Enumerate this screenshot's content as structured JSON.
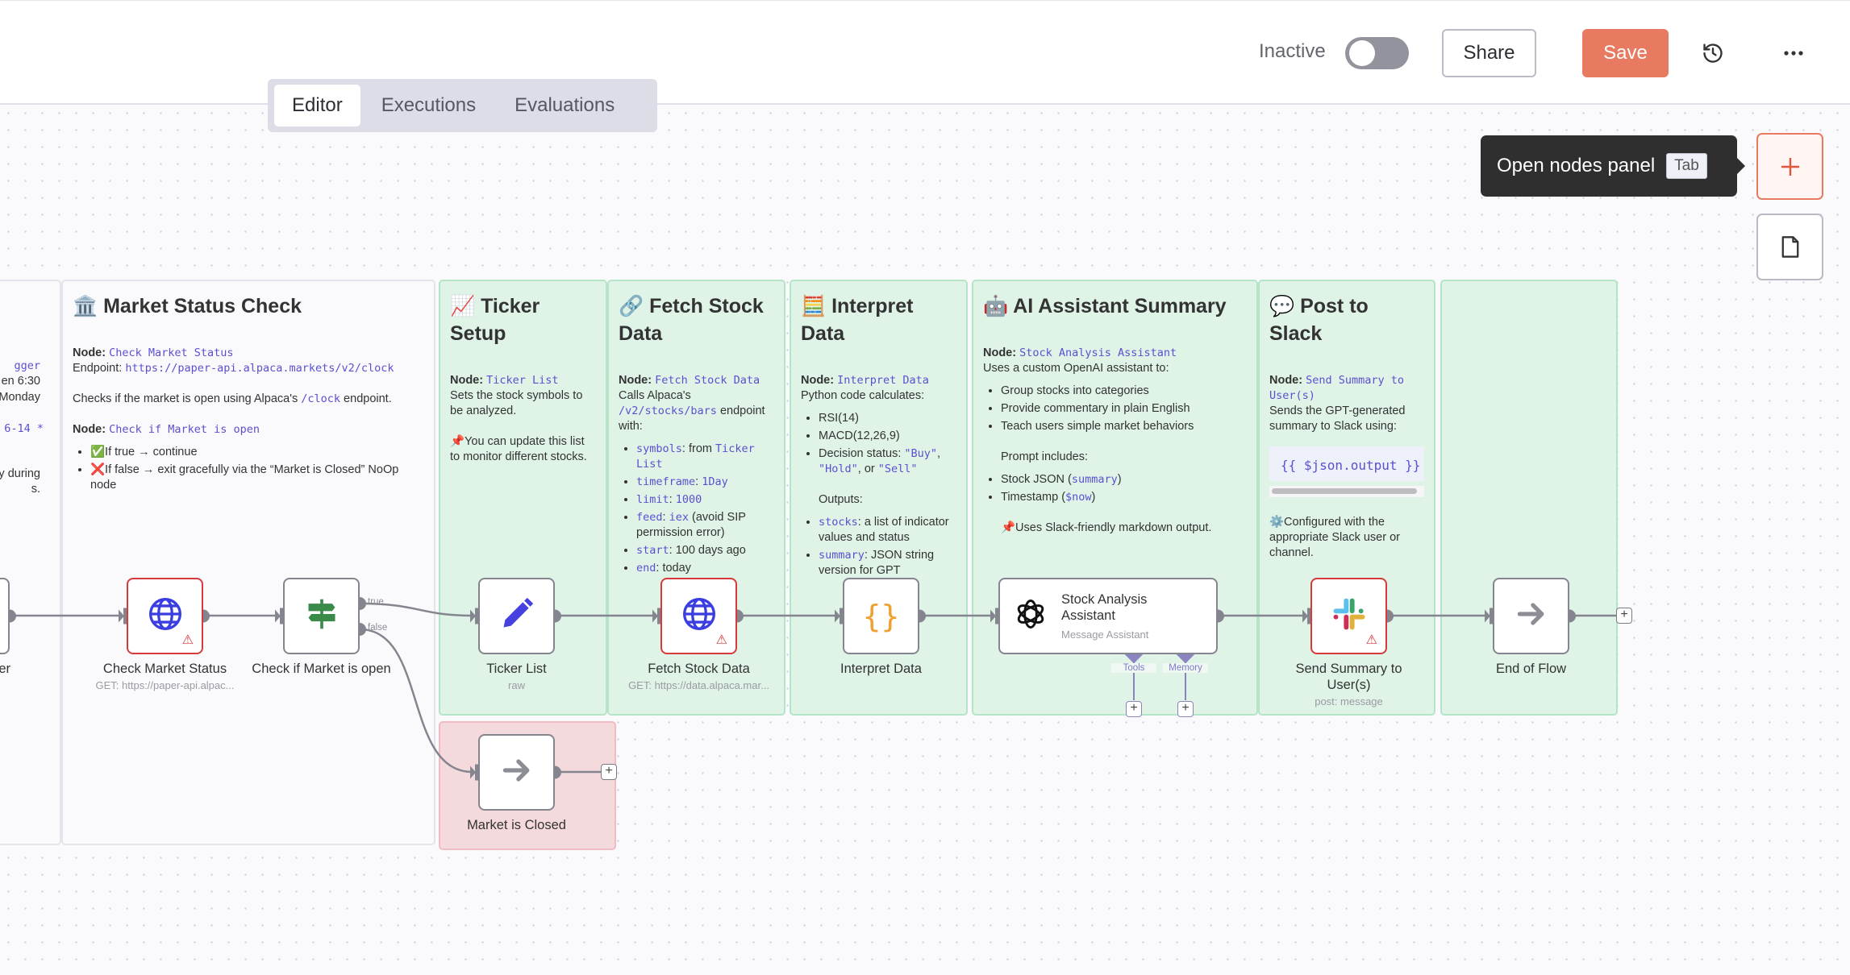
{
  "header": {
    "tabs": [
      {
        "label": "Editor",
        "active": true
      },
      {
        "label": "Executions",
        "active": false
      },
      {
        "label": "Evaluations",
        "active": false
      }
    ],
    "status_label": "Inactive",
    "active": false,
    "share_label": "Share",
    "save_label": "Save",
    "accent_color": "#e87a62"
  },
  "canvas": {
    "tooltip": {
      "text": "Open nodes panel",
      "shortcut": "Tab"
    }
  },
  "left_note_fragments": [
    {
      "text": "gger",
      "code": true
    },
    {
      "text": "en 6:30",
      "code": false
    },
    {
      "text": ", Monday",
      "code": false
    },
    {
      "text": "6-14 *",
      "code": true
    },
    {
      "text": "ly during",
      "code": false
    },
    {
      "text": "s.",
      "code": false
    }
  ],
  "notes": [
    {
      "id": "market-status-check",
      "emoji": "🏛️",
      "title": "Market Status Check",
      "color": "gray",
      "blocks": [
        {
          "p": [
            {
              "b": "Node: "
            },
            {
              "code": "Check Market Status"
            },
            {
              "br": true
            },
            "Endpoint: ",
            {
              "code": "https://paper-api.alpaca.markets/v2/clock"
            }
          ]
        },
        {
          "p": [
            "Checks if the market is open using Alpaca's ",
            {
              "code": "/clock"
            },
            " endpoint."
          ]
        },
        {
          "p": [
            {
              "b": "Node: "
            },
            {
              "code": "Check if Market is open"
            }
          ]
        },
        {
          "ul": [
            [
              "✅If true → continue"
            ],
            [
              "❌If false → exit gracefully via the “Market is Closed” NoOp node"
            ]
          ]
        }
      ]
    },
    {
      "id": "ticker-setup",
      "emoji": "📈",
      "title": "Ticker Setup",
      "color": "green",
      "blocks": [
        {
          "p": [
            {
              "b": "Node: "
            },
            {
              "code": "Ticker List"
            },
            {
              "br": true
            },
            "Sets the stock symbols to be analyzed."
          ]
        },
        {
          "p": [
            "📌You can update this list to monitor different stocks."
          ]
        }
      ]
    },
    {
      "id": "fetch-stock-data",
      "emoji": "🔗",
      "title": "Fetch Stock Data",
      "color": "green",
      "blocks": [
        {
          "p": [
            {
              "b": "Node: "
            },
            {
              "code": "Fetch Stock Data"
            },
            {
              "br": true
            },
            "Calls Alpaca's ",
            {
              "code": "/v2/stocks/bars"
            },
            " endpoint with:"
          ]
        },
        {
          "ul": [
            [
              {
                "code": "symbols"
              },
              ": from ",
              {
                "code": "Ticker List"
              }
            ],
            [
              {
                "code": "timeframe"
              },
              ": ",
              {
                "code": "1Day"
              }
            ],
            [
              {
                "code": "limit"
              },
              ": ",
              {
                "code": "1000"
              }
            ],
            [
              {
                "code": "feed"
              },
              ": ",
              {
                "code": "iex"
              },
              " (avoid SIP permission error)"
            ],
            [
              {
                "code": "start"
              },
              ": 100 days ago"
            ],
            [
              {
                "code": "end"
              },
              ": today"
            ]
          ]
        }
      ]
    },
    {
      "id": "interpret-data",
      "emoji": "🧮",
      "title": "Interpret Data",
      "color": "green",
      "blocks": [
        {
          "p": [
            {
              "b": "Node: "
            },
            {
              "code": "Interpret Data"
            },
            {
              "br": true
            },
            "Python code calculates:"
          ]
        },
        {
          "ul": [
            [
              "RSI(14)"
            ],
            [
              "MACD(12,26,9)"
            ],
            [
              "Decision status: ",
              {
                "code": "\"Buy\""
              },
              ", ",
              {
                "code": "\"Hold\""
              },
              ", or ",
              {
                "code": "\"Sell\""
              }
            ]
          ]
        },
        {
          "pi": [
            "Outputs:"
          ]
        },
        {
          "ul": [
            [
              {
                "code": "stocks"
              },
              ": a list of indicator values and status"
            ],
            [
              {
                "code": "summary"
              },
              ": JSON string version for GPT"
            ]
          ]
        }
      ]
    },
    {
      "id": "ai-assistant-summary",
      "emoji": "🤖",
      "title": "AI Assistant Summary",
      "color": "green",
      "blocks": [
        {
          "p": [
            {
              "b": "Node: "
            },
            {
              "code": "Stock Analysis Assistant"
            },
            {
              "br": true
            },
            "Uses a custom OpenAI assistant to:"
          ]
        },
        {
          "ul": [
            [
              "Group stocks into categories"
            ],
            [
              "Provide commentary in plain English"
            ],
            [
              "Teach users simple market behaviors"
            ]
          ]
        },
        {
          "pi": [
            "Prompt includes:"
          ]
        },
        {
          "ul": [
            [
              "Stock JSON (",
              {
                "code": "summary"
              },
              ")"
            ],
            [
              "Timestamp (",
              {
                "code": "$now"
              },
              ")"
            ]
          ]
        },
        {
          "pi": [
            "📌Uses Slack-friendly markdown output."
          ]
        }
      ]
    },
    {
      "id": "post-to-slack",
      "emoji": "💬",
      "title": "Post to Slack",
      "color": "green",
      "blocks": [
        {
          "p": [
            {
              "b": "Node: "
            },
            {
              "code": "Send Summary to User(s)"
            },
            {
              "br": true
            },
            "Sends the GPT-generated summary to Slack using:"
          ]
        },
        {
          "codeblock": "{{ $json.output }}"
        },
        {
          "p": [
            "⚙️Configured with the appropriate Slack user or channel."
          ]
        }
      ]
    },
    {
      "id": "end-of-flow-group",
      "emoji": "",
      "title": "",
      "color": "green",
      "blocks": []
    },
    {
      "id": "market-closed-group",
      "emoji": "",
      "title": "",
      "color": "red",
      "blocks": []
    }
  ],
  "nodes": [
    {
      "id": "check-market-status",
      "label": "Check Market Status",
      "subtitle": "GET: https://paper-api.alpac...",
      "icon": "globe-icon",
      "warning": true
    },
    {
      "id": "check-if-market-open",
      "label": "Check if Market is open",
      "subtitle": "",
      "icon": "signpost-icon",
      "warning": false,
      "outputs": [
        "true",
        "false"
      ]
    },
    {
      "id": "ticker-list",
      "label": "Ticker List",
      "subtitle": "raw",
      "icon": "pencil-icon",
      "warning": false
    },
    {
      "id": "fetch-stock-data",
      "label": "Fetch Stock Data",
      "subtitle": "GET: https://data.alpaca.mar...",
      "icon": "globe-icon",
      "warning": true
    },
    {
      "id": "interpret-data",
      "label": "Interpret Data",
      "subtitle": "",
      "icon": "code-braces-icon",
      "warning": false
    },
    {
      "id": "stock-analysis-assistant",
      "label": "Stock Analysis Assistant",
      "subtitle": "Message Assistant",
      "icon": "openai-icon",
      "warning": false,
      "sub_ports": [
        "Tools",
        "Memory"
      ]
    },
    {
      "id": "send-summary",
      "label": "Send Summary to User(s)",
      "subtitle": "post: message",
      "icon": "slack-icon",
      "warning": true
    },
    {
      "id": "end-of-flow",
      "label": "End of Flow",
      "subtitle": "",
      "icon": "arrow-right-icon",
      "warning": false
    },
    {
      "id": "market-is-closed",
      "label": "Market is Closed",
      "subtitle": "",
      "icon": "arrow-right-icon",
      "warning": false
    },
    {
      "id": "trigger",
      "label": "gger",
      "subtitle": "",
      "icon": "",
      "warning": false
    }
  ]
}
